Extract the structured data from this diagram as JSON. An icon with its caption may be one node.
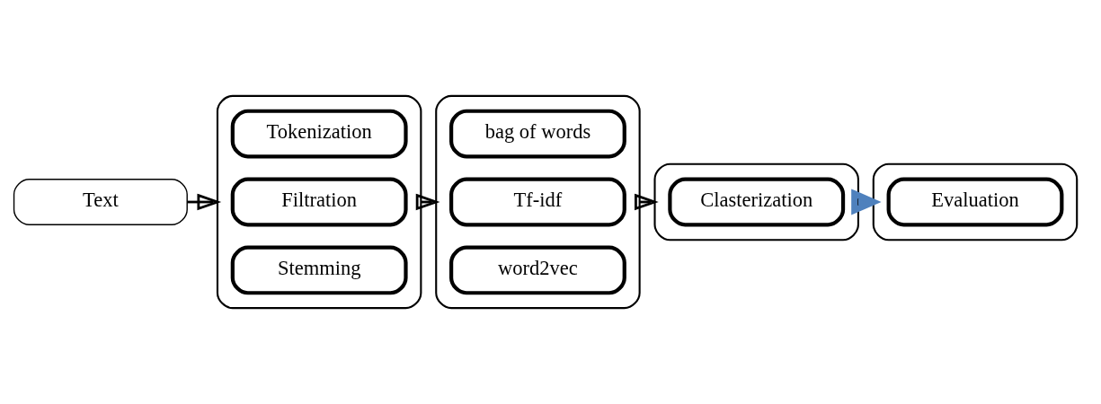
{
  "diagram": {
    "nodes": [
      {
        "text": [
          "Text"
        ]
      },
      {
        "text": [],
        "shape": "box"
      },
      {
        "text": [
          "Tokenization"
        ],
        "in": 1
      },
      {
        "text": [
          "Filtration"
        ],
        "in": 1
      },
      {
        "text": [
          "Stemming"
        ],
        "in": 1
      },
      {
        "text": [],
        "shape": "box"
      },
      {
        "text": [
          "bag of words"
        ],
        "in": 5
      },
      {
        "text": [
          "Tf-idf"
        ],
        "in": 5
      },
      {
        "text": [
          "word2vec"
        ],
        "in": 5
      },
      {
        "text": [],
        "shape": "box"
      },
      {
        "text": [
          "Clasterization"
        ],
        "in": 9
      },
      {
        "text": [],
        "shape": "box"
      },
      {
        "text": [
          "Evaluation"
        ],
        "in": 11
      }
    ],
    "edges": [
      {
        "from": 0,
        "to": 1,
        "arrow": "to"
      },
      {
        "from": 1,
        "to": 5,
        "arrow": "to"
      },
      {
        "from": 5,
        "to": 9,
        "arrow": "to"
      },
      {
        "from": 9,
        "to": 11,
        "arrow": "to",
        "style": "thick",
        "color": "#4f81bd"
      }
    ]
  }
}
